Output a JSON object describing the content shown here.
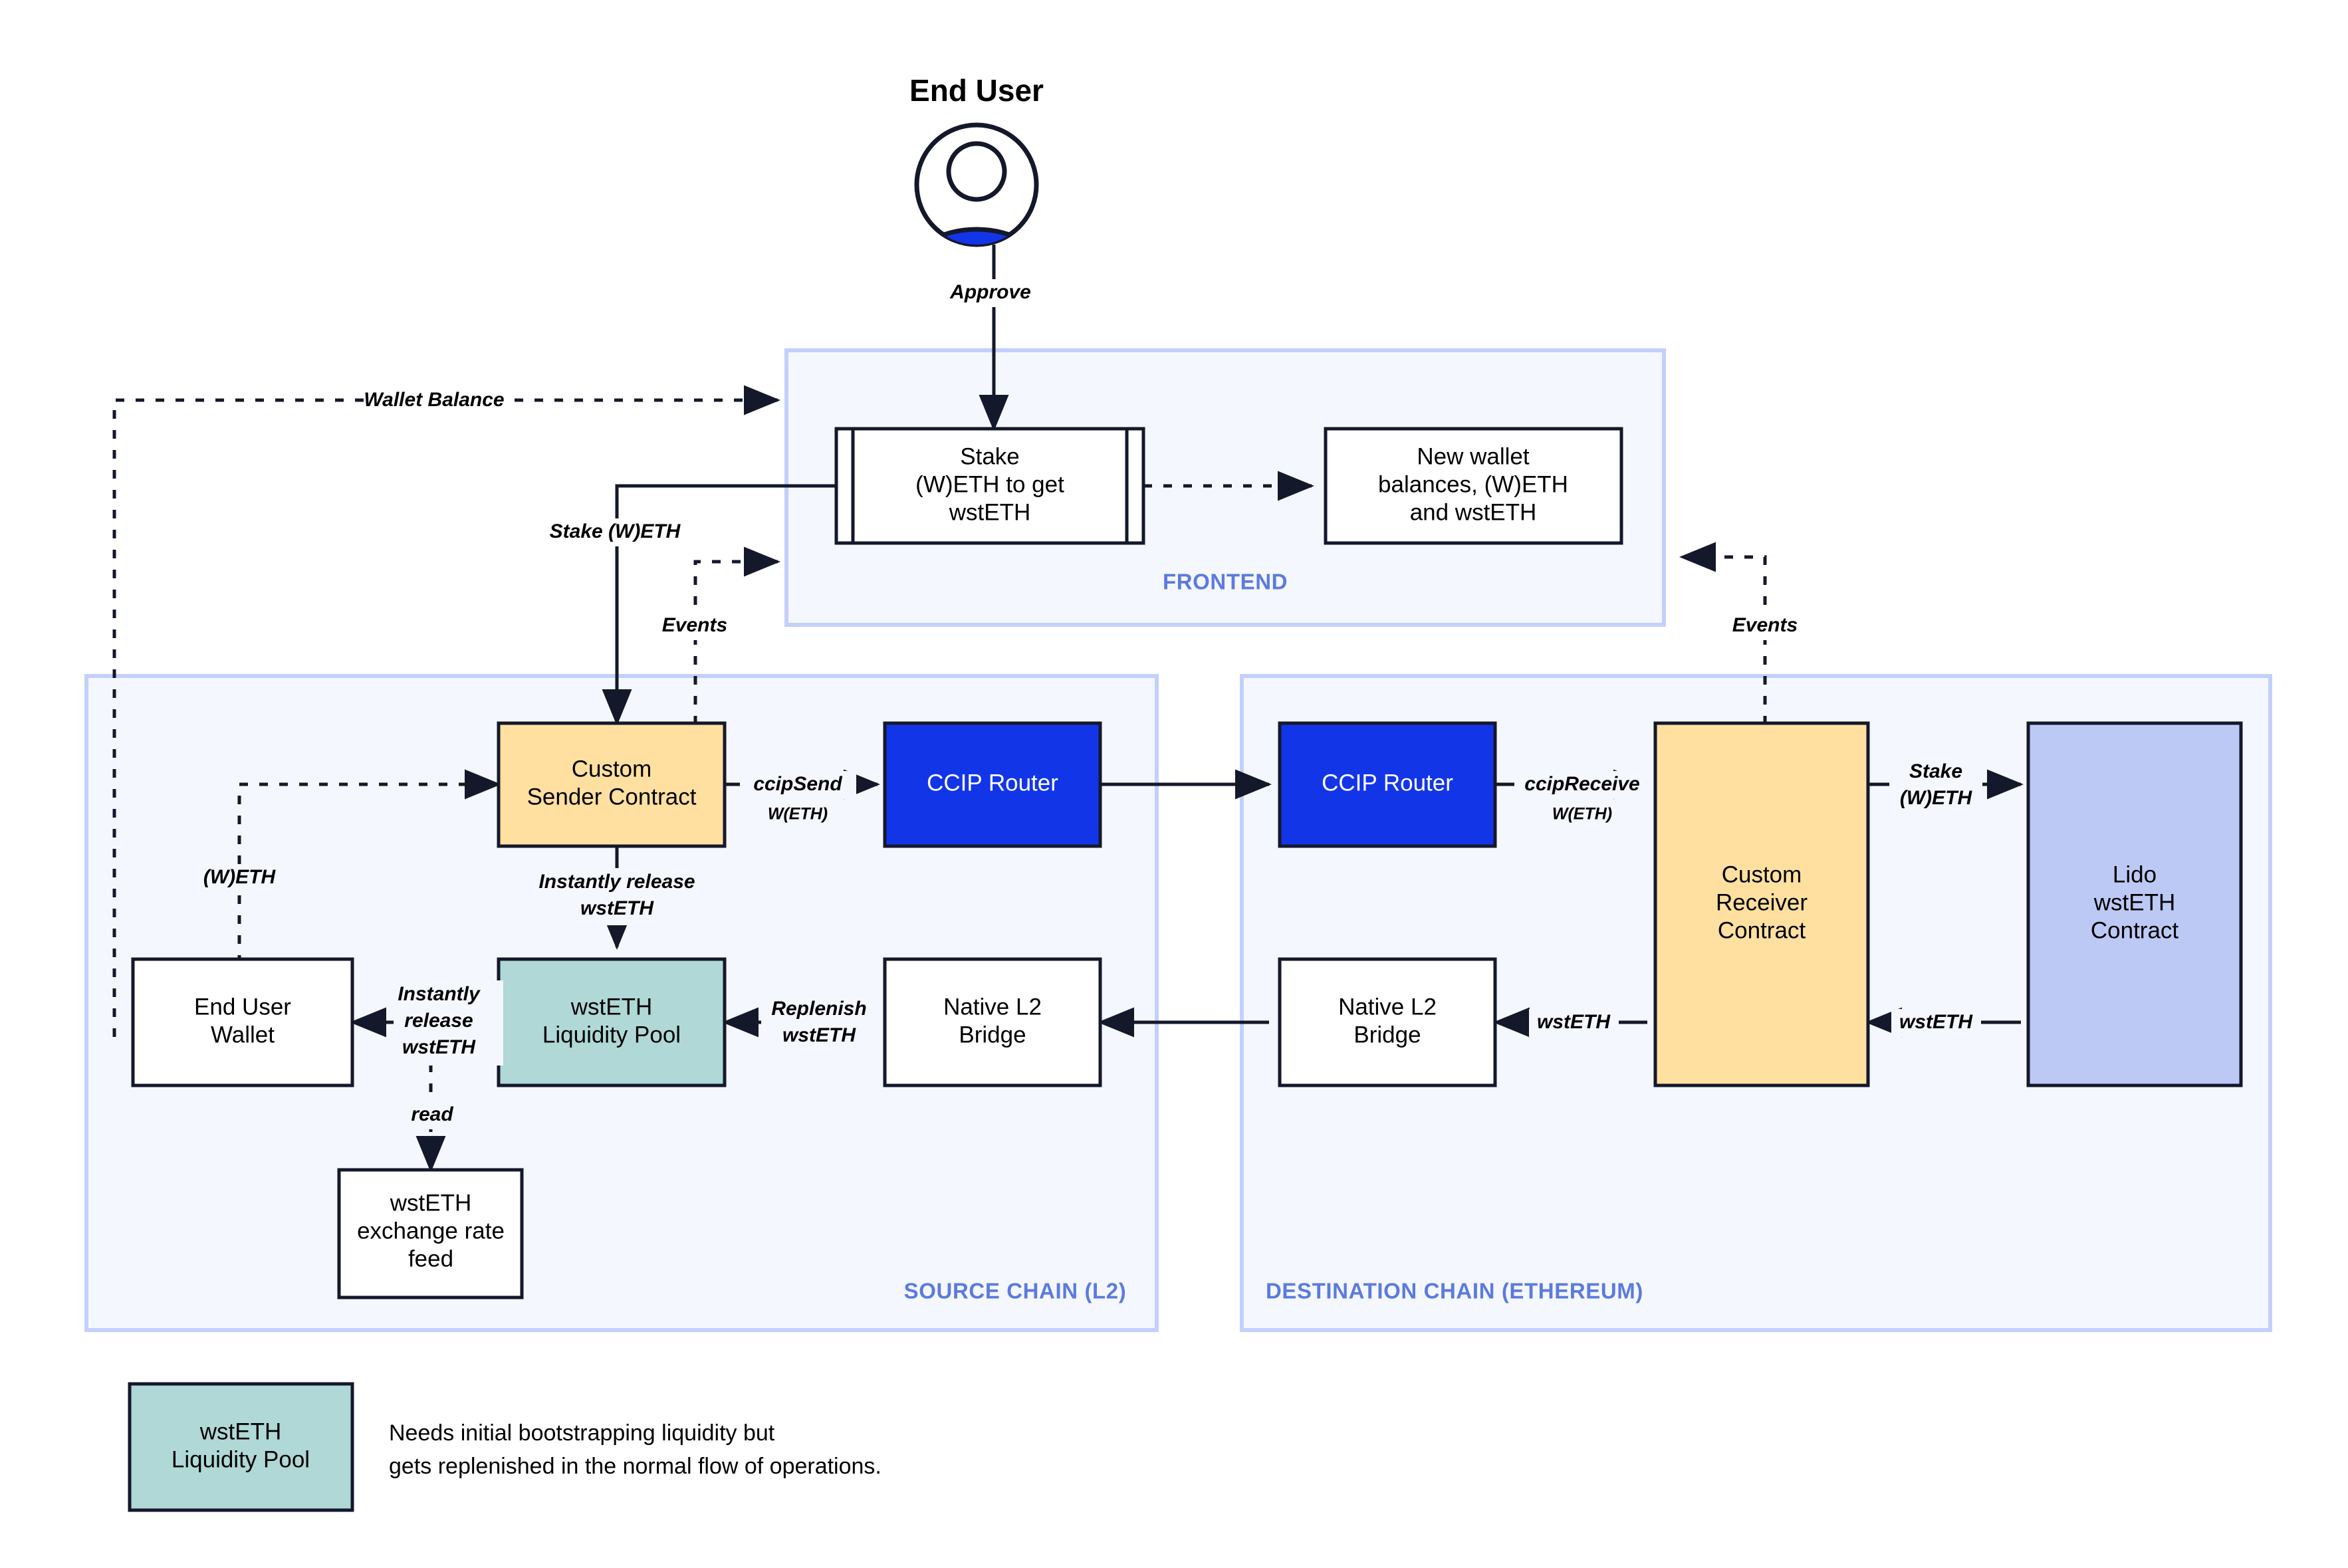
{
  "diagram": {
    "title": "End User",
    "actor": {
      "label": "End User",
      "icon": "user-avatar-icon",
      "body_color": "#1335e8"
    },
    "zones": [
      {
        "id": "frontend",
        "label": "FRONTEND",
        "label_color": "#5b7bdd"
      },
      {
        "id": "source-chain",
        "label": "SOURCE CHAIN (L2)",
        "label_color": "#5b7bdd"
      },
      {
        "id": "destination-chain",
        "label": "DESTINATION CHAIN (ETHEREUM)",
        "label_color": "#5b7bdd"
      }
    ],
    "nodes": {
      "stake_form": {
        "label_lines": [
          "Stake",
          "(W)ETH to get",
          "wstETH"
        ],
        "shape": "process",
        "fill": "#ffffff"
      },
      "new_balances": {
        "label_lines": [
          "New wallet",
          "balances, (W)ETH",
          "and wstETH"
        ],
        "shape": "rect",
        "fill": "#ffffff"
      },
      "custom_sender": {
        "label_lines": [
          "Custom",
          "Sender Contract"
        ],
        "shape": "rect",
        "fill": "#ffe0a0"
      },
      "ccip_router_src": {
        "label_lines": [
          "CCIP Router"
        ],
        "shape": "rect",
        "fill": "#1335e8",
        "text_color": "#ffffff"
      },
      "ccip_router_dst": {
        "label_lines": [
          "CCIP Router"
        ],
        "shape": "rect",
        "fill": "#1335e8",
        "text_color": "#ffffff"
      },
      "custom_receiver": {
        "label_lines": [
          "Custom",
          "Receiver",
          "Contract"
        ],
        "shape": "rect",
        "fill": "#ffe0a0"
      },
      "lido_contract": {
        "label_lines": [
          "Lido",
          "wstETH",
          "Contract"
        ],
        "shape": "rect",
        "fill": "#bcc9f4"
      },
      "end_user_wallet": {
        "label_lines": [
          "End User",
          "Wallet"
        ],
        "shape": "rect",
        "fill": "#ffffff"
      },
      "liquidity_pool": {
        "label_lines": [
          "wstETH",
          "Liquidity Pool"
        ],
        "shape": "rect",
        "fill": "#afd8d6"
      },
      "native_bridge_src": {
        "label_lines": [
          "Native L2",
          "Bridge"
        ],
        "shape": "rect",
        "fill": "#ffffff"
      },
      "native_bridge_dst": {
        "label_lines": [
          "Native L2",
          "Bridge"
        ],
        "shape": "rect",
        "fill": "#ffffff"
      },
      "rate_feed": {
        "label_lines": [
          "wstETH",
          "exchange rate",
          "feed"
        ],
        "shape": "rect",
        "fill": "#ffffff"
      }
    },
    "edge_labels": {
      "approve": "Approve",
      "wallet_balance": "Wallet Balance",
      "stake_weth": "Stake (W)ETH",
      "events_left": "Events",
      "events_right": "Events",
      "ccip_send": "ccipSend",
      "ccip_send_sub": "W(ETH)",
      "ccip_receive": "ccipReceive",
      "ccip_receive_sub": "W(ETH)",
      "stake_weth_dst_l1": "Stake",
      "stake_weth_dst_l2": "(W)ETH",
      "wsteth_receiver": "wstETH",
      "wsteth_lido": "wstETH",
      "weth_left": "(W)ETH",
      "instantly_release_l1": "Instantly release",
      "instantly_release_l2": "wstETH",
      "instantly_release_wallet_l1": "Instantly",
      "instantly_release_wallet_l2": "release",
      "instantly_release_wallet_l3": "wstETH",
      "replenish_l1": "Replenish",
      "replenish_l2": "wstETH",
      "read": "read"
    },
    "legend": {
      "swatch_label_lines": [
        "wstETH",
        "Liquidity Pool"
      ],
      "swatch_fill": "#afd8d6",
      "note_lines": [
        "Needs initial bootstrapping liquidity but",
        "gets replenished in the normal flow of operations."
      ]
    }
  }
}
